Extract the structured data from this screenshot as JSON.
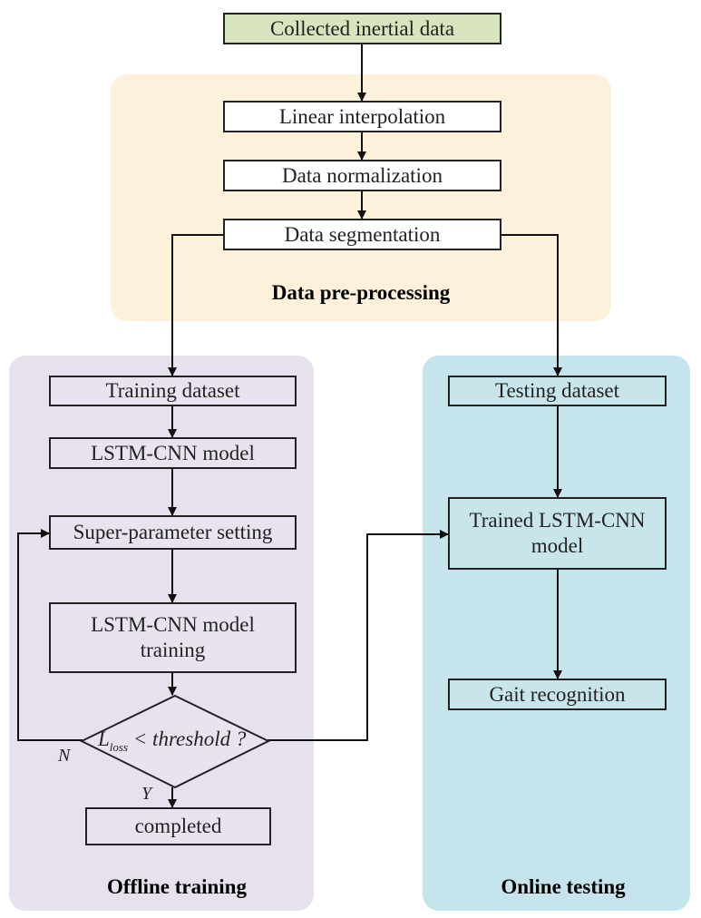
{
  "nodes": {
    "collected": "Collected inertial data",
    "interp": "Linear interpolation",
    "normalize": "Data normalization",
    "segment": "Data segmentation",
    "train_set": "Training dataset",
    "lstm_model": "LSTM-CNN model",
    "hyper": "Super-parameter setting",
    "training_line1": "LSTM-CNN model",
    "training_line2": "training",
    "completed": "completed",
    "test_set": "Testing dataset",
    "trained_line1": "Trained LSTM-CNN",
    "trained_line2": "model",
    "gait": "Gait recognition"
  },
  "decision": {
    "symbol": "L",
    "subscript": "loss",
    "condition": "< threshold ?",
    "yes_label": "Y",
    "no_label": "N"
  },
  "panels": {
    "preprocessing": "Data pre-processing",
    "offline": "Offline training",
    "online": "Online testing"
  },
  "colors": {
    "preprocessing_bg": "#fdf1db",
    "offline_bg": "#e6e1ed",
    "online_bg": "#c6e4ec",
    "start_box": "#d7e4bd"
  }
}
